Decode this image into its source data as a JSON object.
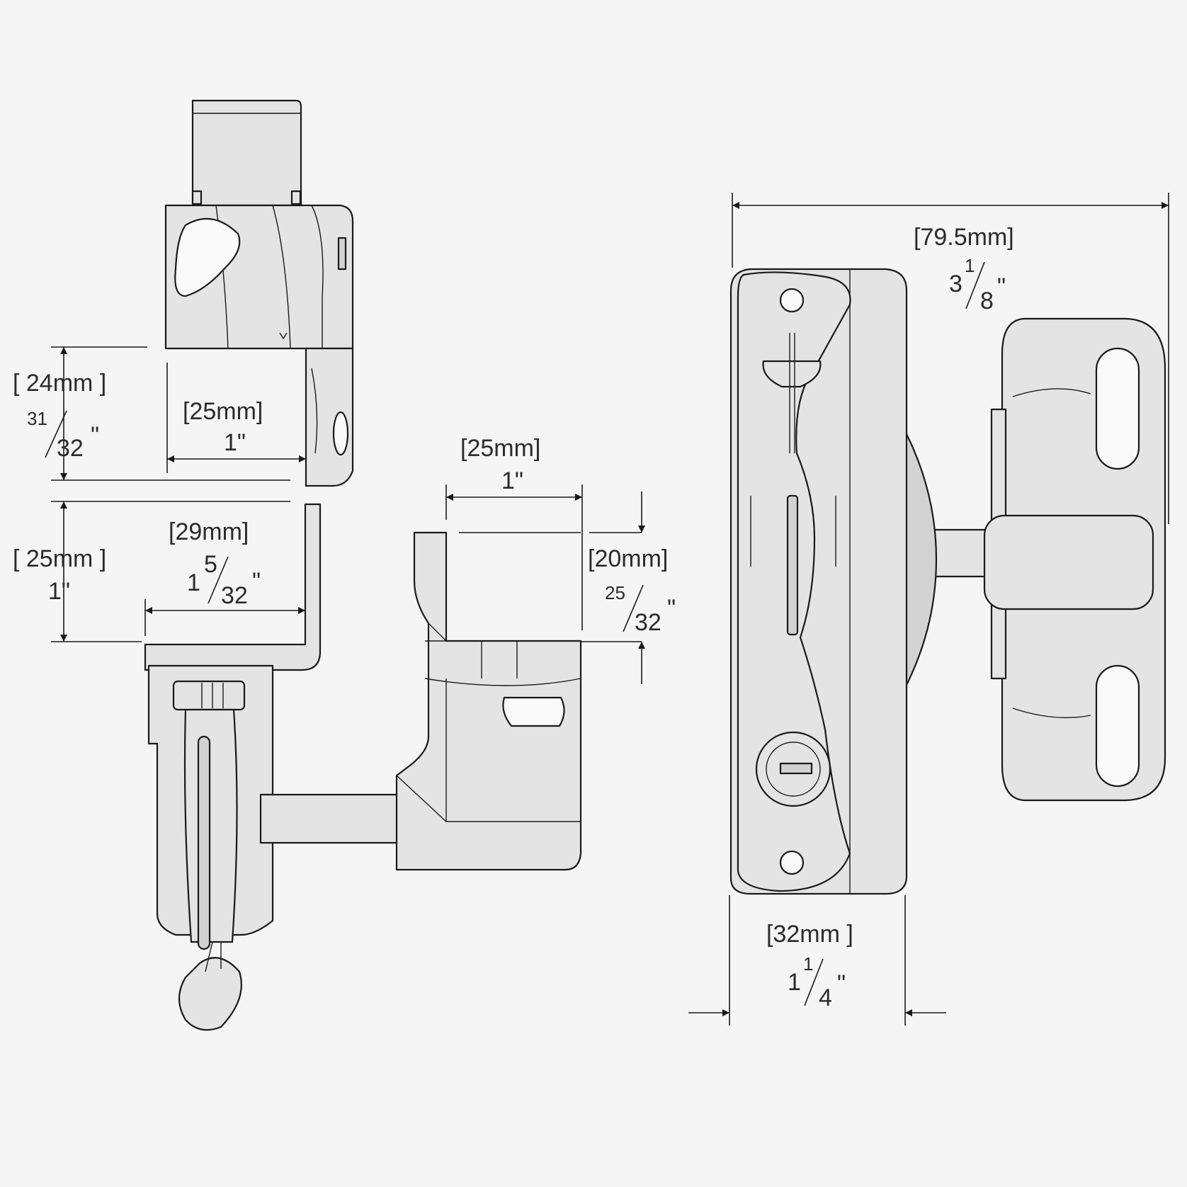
{
  "dimensions": {
    "d24": {
      "metric": "[ 24mm ]",
      "num": "31",
      "den": "32",
      "unit": "\""
    },
    "d25_top": {
      "metric": "[25mm]",
      "imperial": "1\""
    },
    "d25_left": {
      "metric": "[ 25mm ]",
      "imperial": "1\""
    },
    "d29": {
      "metric": "[29mm]",
      "whole": "1",
      "num": "5",
      "den": "32",
      "unit": "\""
    },
    "d25_mid": {
      "metric": "[25mm]",
      "imperial": "1\""
    },
    "d20": {
      "metric": "[20mm]",
      "num": "25",
      "den": "32",
      "unit": "\""
    },
    "d79": {
      "metric": "[79.5mm]",
      "whole": "3",
      "num": "1",
      "den": "8",
      "unit": "\""
    },
    "d32": {
      "metric": "[32mm ]",
      "whole": "1",
      "num": "1",
      "den": "4",
      "unit": "\""
    }
  }
}
